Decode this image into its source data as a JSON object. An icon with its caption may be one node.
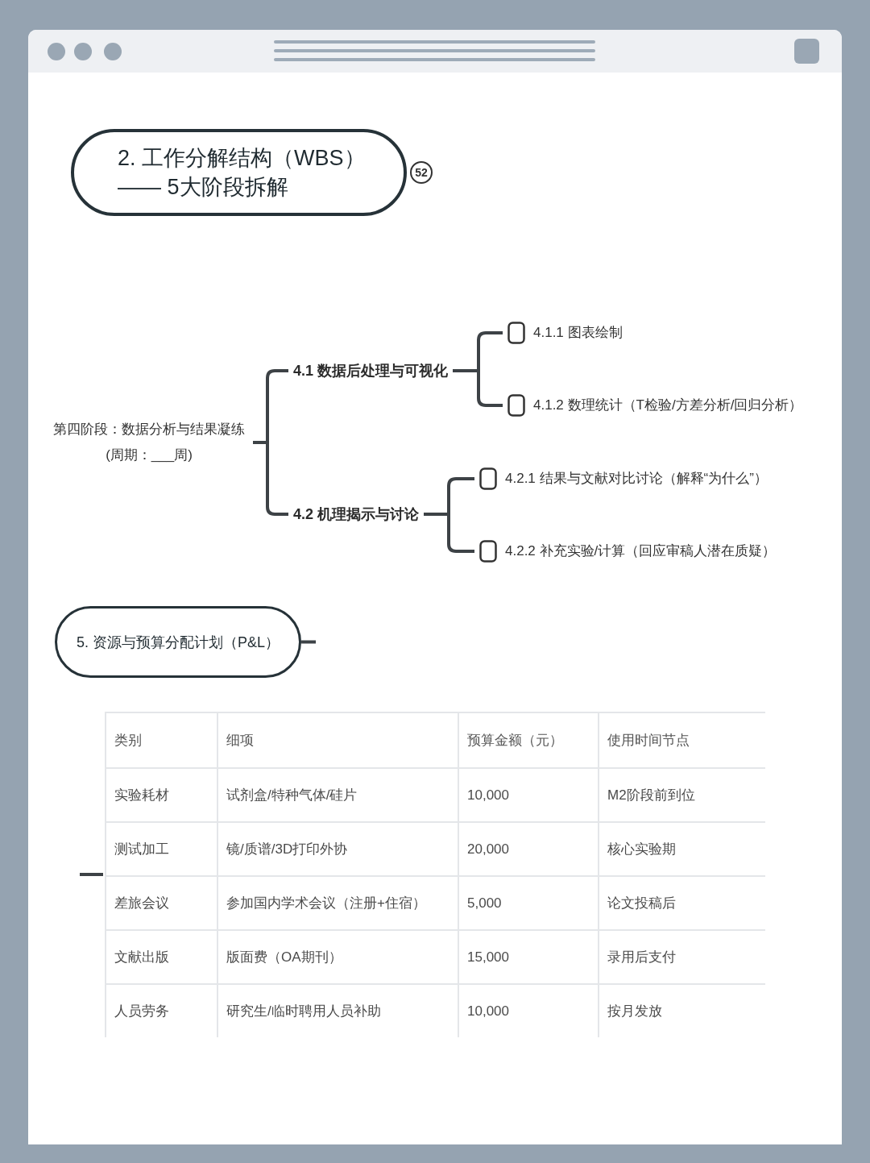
{
  "diagram": {
    "nodes": [
      {
        "text": [
          "2. 工作分解结构（WBS）",
          "—— 5大阶段拆解"
        ],
        "beside": [
          "52"
        ]
      },
      {
        "text": [
          "第四阶段：数据分析与结果凝练",
          "(周期：___周)"
        ]
      },
      {
        "text": [
          "4.1 数据后处理与可视化"
        ]
      },
      {
        "text": [
          "4.1.1 图表绘制"
        ]
      },
      {
        "text": [
          "4.1.2 数理统计（T检验/方差分析/回归分析）"
        ]
      },
      {
        "text": [
          "4.2 机理揭示与讨论"
        ]
      },
      {
        "text": [
          "4.2.1 结果与文献对比讨论（解释“为什么”）"
        ]
      },
      {
        "text": [
          "4.2.2 补充实验/计算（回应审稿人潜在质疑）"
        ]
      },
      {
        "text": [
          "5. 资源与预算分配计划（P&L）"
        ]
      },
      {
        "text": [],
        "shape": "table"
      }
    ],
    "edges": [
      {
        "from": 1,
        "to": 2,
        "arrow": "none"
      },
      {
        "from": 1,
        "to": 5,
        "arrow": "none"
      },
      {
        "from": 2,
        "to": 3,
        "arrow": "none"
      },
      {
        "from": 2,
        "to": 4,
        "arrow": "none"
      },
      {
        "from": 5,
        "to": 6,
        "arrow": "none"
      },
      {
        "from": 5,
        "to": 7,
        "arrow": "none"
      },
      {
        "from": 8,
        "to": null,
        "arrow": "none"
      },
      {
        "from": null,
        "to": 9,
        "arrow": "none"
      }
    ],
    "labels": [
      "类别",
      "细项",
      "预算金额（元）",
      "使用时间节点",
      "实验耗材",
      "试剂盒/特种气体/硅片",
      "10,000",
      "M2阶段前到位",
      "测试加工",
      "镜/质谱/3D打印外协",
      "20,000",
      "核心实验期",
      "差旅会议",
      "参加国内学术会议（注册+住宿）",
      "5,000",
      "论文投稿后",
      "文献出版",
      "版面费（OA期刊）",
      "15,000",
      "录用后支付",
      "人员劳务",
      "研究生/临时聘用人员补助",
      "10,000",
      "按月发放"
    ]
  }
}
